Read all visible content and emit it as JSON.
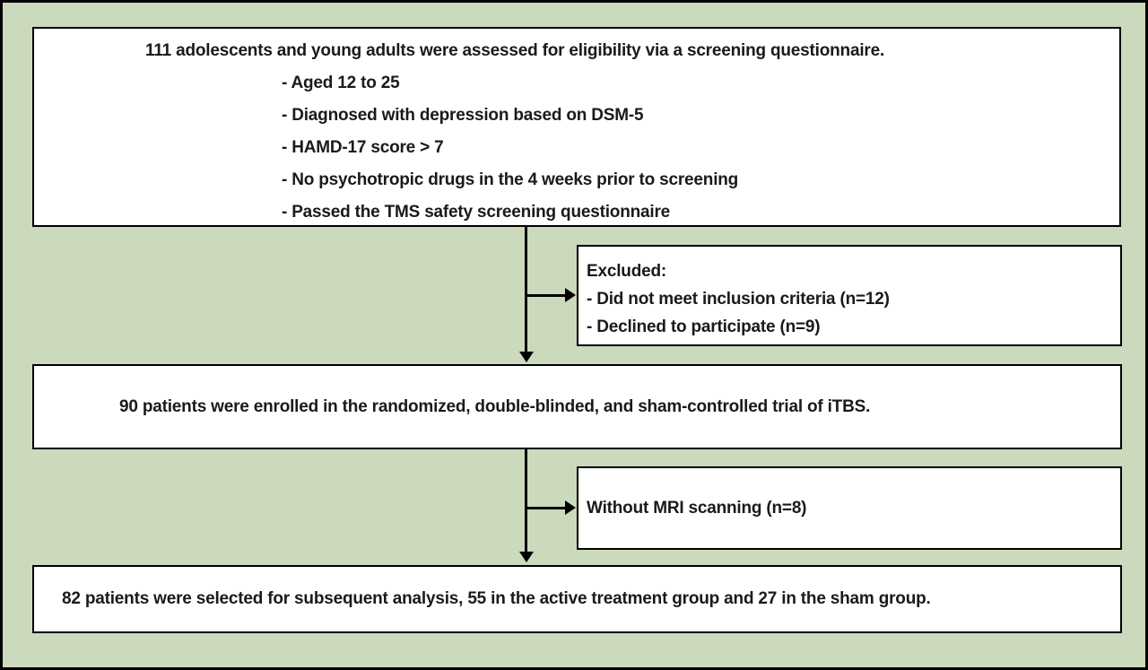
{
  "colors": {
    "bg": "#cbd9bc",
    "line": "#000000",
    "box-fill": "#ffffff",
    "text": "#1a1a1a"
  },
  "diagram": {
    "type": "participant-flow-diagram",
    "boxes": {
      "screening": {
        "line1": "111 adolescents and young adults were assessed for eligibility via a screening questionnaire.",
        "bullets": [
          "- Aged 12 to 25",
          "- Diagnosed with depression based on DSM-5",
          "- HAMD-17 score > 7",
          "- No psychotropic drugs in the 4 weeks prior to screening",
          "- Passed the TMS safety screening questionnaire"
        ]
      },
      "excluded": {
        "title": "Excluded:",
        "bullets": [
          "- Did not meet inclusion criteria (n=12)",
          "- Declined to participate (n=9)"
        ]
      },
      "enrolled": {
        "text": "90 patients were enrolled in the randomized, double-blinded, and sham-controlled trial of iTBS."
      },
      "without_mri": {
        "text": "Without MRI scanning (n=8)"
      },
      "final": {
        "text": "82 patients were selected for subsequent analysis, 55 in the active treatment group and 27 in the sham group."
      }
    }
  }
}
